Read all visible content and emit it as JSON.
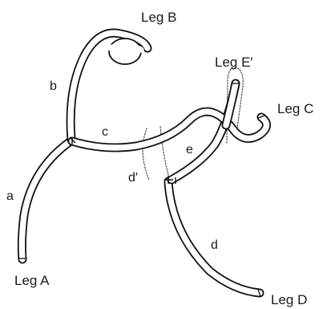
{
  "legs": {
    "a": "Leg A",
    "b": "Leg B",
    "c": "Leg C",
    "d": "Leg D",
    "e_prime": "Leg E′"
  },
  "segments": {
    "a": "a",
    "b": "b",
    "c": "c",
    "d": "d",
    "d_prime": "d′",
    "e": "e"
  }
}
